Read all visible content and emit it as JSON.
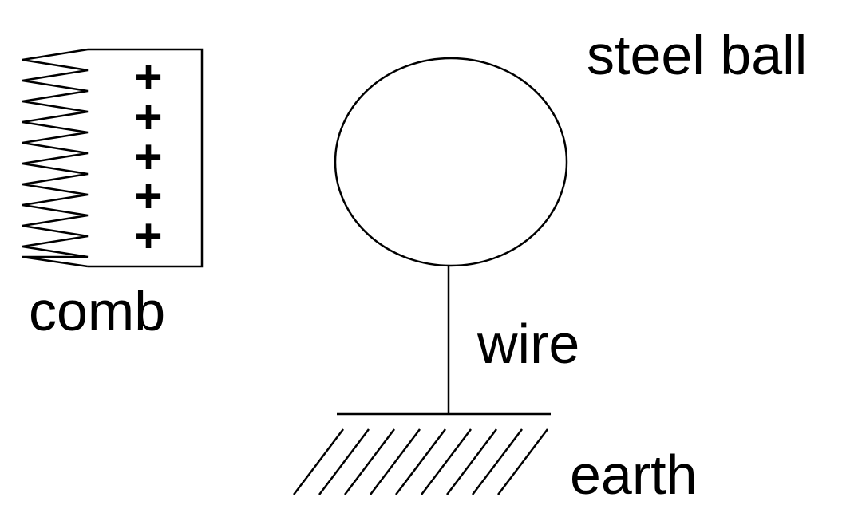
{
  "labels": {
    "steel_ball": "steel ball",
    "comb": "comb",
    "wire": "wire",
    "earth": "earth"
  },
  "comb_charges": [
    "+",
    "+",
    "+",
    "+",
    "+"
  ],
  "colors": {
    "ink": "#000000",
    "background": "#ffffff"
  }
}
